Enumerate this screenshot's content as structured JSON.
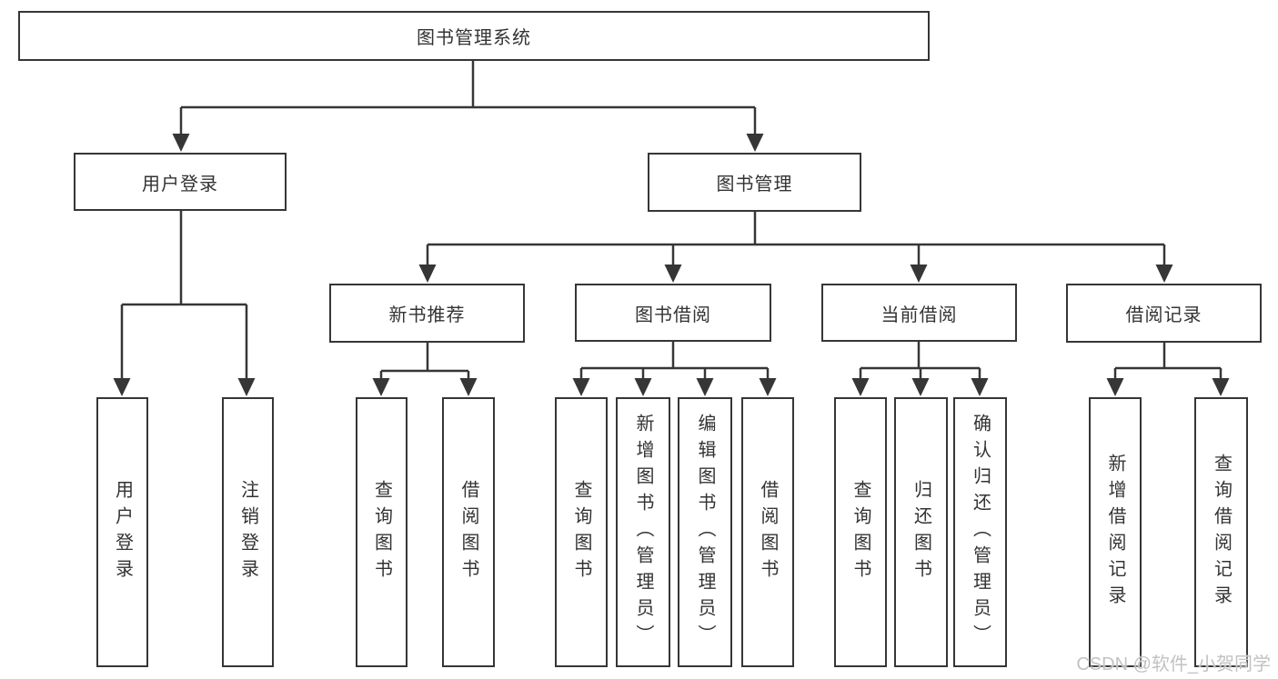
{
  "diagram": {
    "colors": {
      "line": "#363636",
      "box_border": "#363636",
      "text": "#333333",
      "watermark": "#c2c2c2",
      "background": "#ffffff"
    },
    "nodes": {
      "root": {
        "label": "图书管理系统"
      },
      "user_login": {
        "label": "用户登录",
        "children": [
          {
            "label": "用户登录"
          },
          {
            "label": "注销登录"
          }
        ]
      },
      "book_mgmt": {
        "label": "图书管理",
        "children": [
          {
            "label": "新书推荐",
            "children": [
              {
                "label": "查询图书"
              },
              {
                "label": "借阅图书"
              }
            ]
          },
          {
            "label": "图书借阅",
            "children": [
              {
                "label": "查询图书"
              },
              {
                "label": "新增图书（管理员）"
              },
              {
                "label": "编辑图书（管理员）"
              },
              {
                "label": "借阅图书"
              }
            ]
          },
          {
            "label": "当前借阅",
            "children": [
              {
                "label": "查询图书"
              },
              {
                "label": "归还图书"
              },
              {
                "label": "确认归还（管理员）"
              }
            ]
          },
          {
            "label": "借阅记录",
            "children": [
              {
                "label": "新增借阅记录"
              },
              {
                "label": "查询借阅记录"
              }
            ]
          }
        ]
      }
    },
    "watermark": "CSDN @软件_小贺同学"
  }
}
